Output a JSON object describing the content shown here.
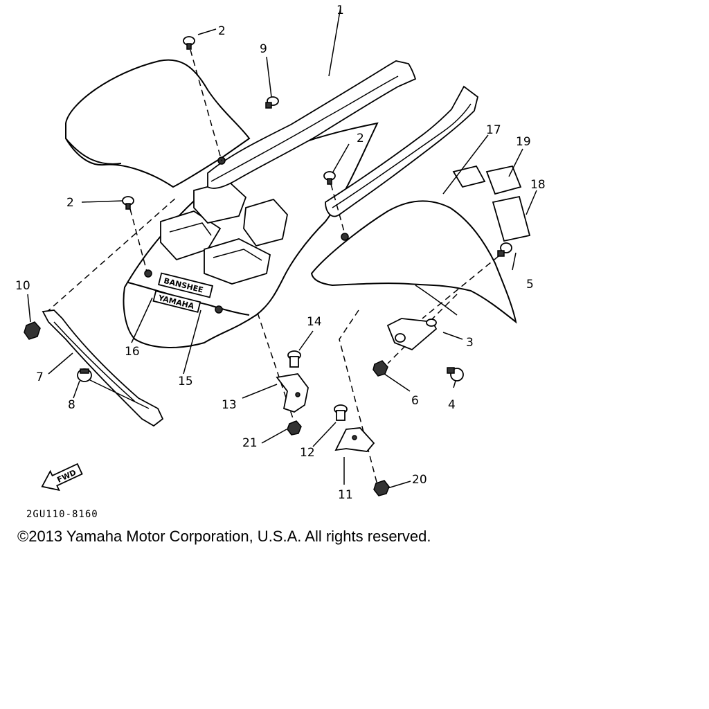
{
  "diagram": {
    "callouts": [
      {
        "id": "c1",
        "label": "1"
      },
      {
        "id": "c2a",
        "label": "2"
      },
      {
        "id": "c2b",
        "label": "2"
      },
      {
        "id": "c2c",
        "label": "2"
      },
      {
        "id": "c3",
        "label": "3"
      },
      {
        "id": "c4",
        "label": "4"
      },
      {
        "id": "c5",
        "label": "5"
      },
      {
        "id": "c6",
        "label": "6"
      },
      {
        "id": "c7",
        "label": "7"
      },
      {
        "id": "c8",
        "label": "8"
      },
      {
        "id": "c9",
        "label": "9"
      },
      {
        "id": "c10",
        "label": "10"
      },
      {
        "id": "c11",
        "label": "11"
      },
      {
        "id": "c12",
        "label": "12"
      },
      {
        "id": "c13",
        "label": "13"
      },
      {
        "id": "c14",
        "label": "14"
      },
      {
        "id": "c15",
        "label": "15"
      },
      {
        "id": "c16",
        "label": "16"
      },
      {
        "id": "c17",
        "label": "17"
      },
      {
        "id": "c18",
        "label": "18"
      },
      {
        "id": "c19",
        "label": "19"
      },
      {
        "id": "c20",
        "label": "20"
      },
      {
        "id": "c21",
        "label": "21"
      }
    ],
    "decal_top": "BANSHEE",
    "decal_bottom": "YAMAHA",
    "direction_marker": "FWD",
    "diagram_code": "2GU110-8160"
  },
  "copyright": "©2013 Yamaha Motor Corporation, U.S.A. All rights reserved."
}
